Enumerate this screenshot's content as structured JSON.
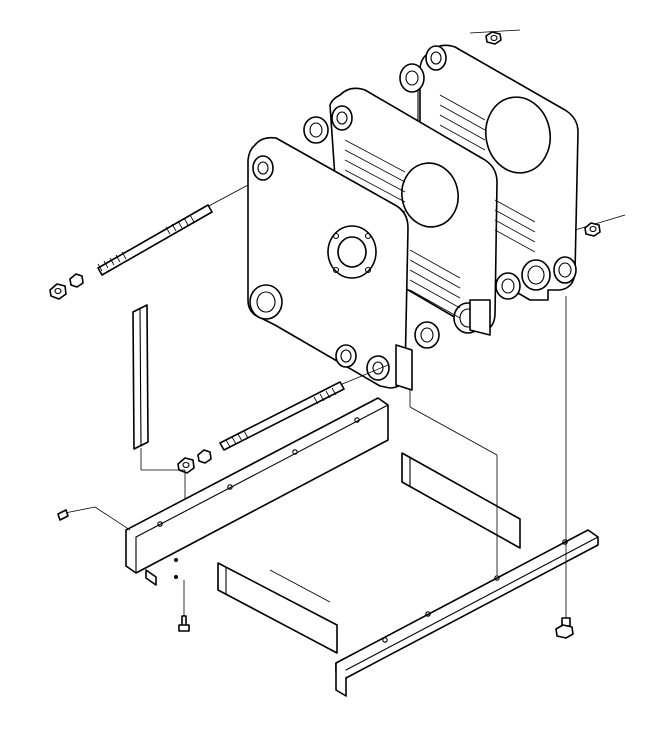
{
  "figure": {
    "description_label": "",
    "background": "#ffffff",
    "line_color": "#000000"
  },
  "parts": {
    "plate_pack": {
      "plate_count": 3
    },
    "tie_rods": {
      "count": 2
    },
    "support_legs": {
      "count": 2
    },
    "base_rails": {
      "count": 2
    },
    "side_brackets": {
      "count": 2
    },
    "bolts": {
      "count": 2
    }
  }
}
